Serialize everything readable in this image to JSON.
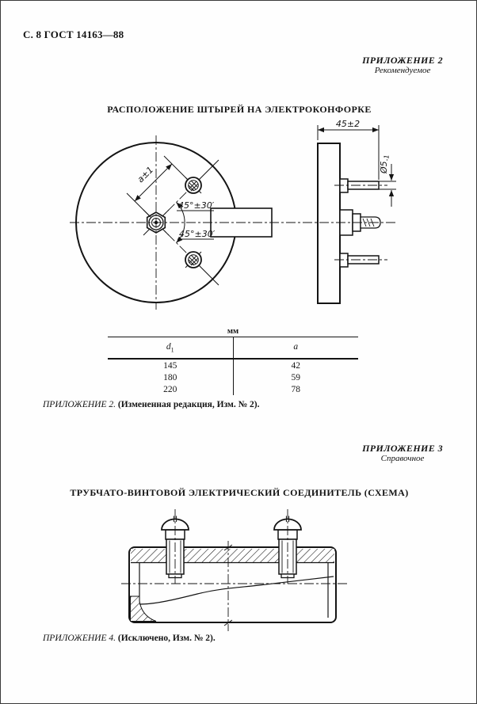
{
  "page": {
    "header": "С. 8 ГОСТ 14163—88"
  },
  "appendix2": {
    "label": "ПРИЛОЖЕНИЕ 2",
    "sublabel": "Рекомендуемое",
    "title": "РАСПОЛОЖЕНИЕ ШТЫРЕЙ НА ЭЛЕКТРОКОНФОРКЕ",
    "note_lead": "ПРИЛОЖЕНИЕ 2.",
    "note_rest": "(Измененная редакция, Изм. № 2)."
  },
  "figure1": {
    "dim_plate_width": "45±2",
    "dim_pin_diameter": "Ø5",
    "dim_pin_diameter_tolerance": "-1",
    "dim_pin_radius": "a±1",
    "angle_upper": "45°±30′",
    "angle_lower": "45°±30′"
  },
  "table": {
    "units_label": "мм",
    "columns": [
      {
        "label": "d",
        "subscript": "1"
      },
      {
        "label": "a",
        "subscript": ""
      }
    ],
    "rows": [
      [
        "145",
        "42"
      ],
      [
        "180",
        "59"
      ],
      [
        "220",
        "78"
      ]
    ]
  },
  "appendix3": {
    "label": "ПРИЛОЖЕНИЕ 3",
    "sublabel": "Справочное",
    "title": "ТРУБЧАТО-ВИНТОВОЙ ЭЛЕКТРИЧЕСКИЙ СОЕДИНИТЕЛЬ (СХЕМА)"
  },
  "appendix4": {
    "note_lead": "ПРИЛОЖЕНИЕ 4.",
    "note_rest": "(Исключено, Изм. № 2)."
  }
}
